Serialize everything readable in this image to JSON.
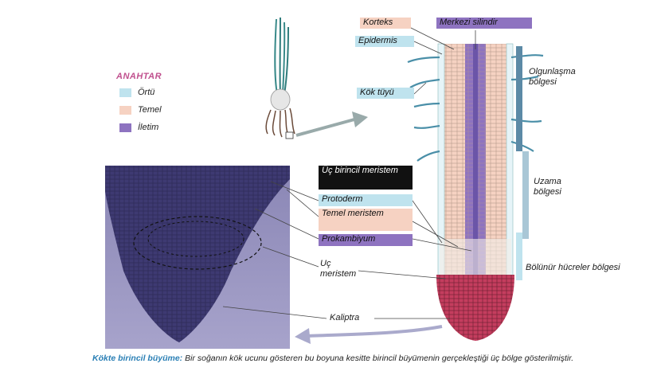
{
  "key": {
    "title": "ANAHTAR",
    "items": [
      {
        "label": "Örtü",
        "color": "#bfe3ee"
      },
      {
        "label": "Temel",
        "color": "#f6d2c2"
      },
      {
        "label": "İletim",
        "color": "#8e73c0"
      }
    ]
  },
  "labels": {
    "korteks": "Korteks",
    "merkezi_silindir": "Merkezi silindir",
    "epidermis": "Epidermis",
    "kok_tuyu": "Kök tüyü",
    "olgunlasma": "Olgunlaşma bölgesi",
    "uzama": "Uzama bölgesi",
    "bolunur": "Bölünür hücreler bölgesi",
    "uc_birincil_meristem": "Üç birincil meristem",
    "protoderm": "Protoderm",
    "temel_meristem": "Temel meristem",
    "prokambiyum": "Prokambiyum",
    "uc_meristem": "Uç meristem",
    "kaliptra": "Kaliptra"
  },
  "caption": {
    "bold": "Kökte birincil büyüme:",
    "text": " Bir soğanın kök ucunu gösteren bu boyuna kesitte birincil büyümenin gerçekleştiği üç bölge gösterilmiştir."
  },
  "colors": {
    "epidermis": "#bfe3ee",
    "ground": "#f6d2c2",
    "vascular": "#8e73c0",
    "root_cap": "#c43d5e",
    "micrograph": "#6f6c9b",
    "key_title": "#c0508e",
    "caption_bold": "#2a7fb5"
  }
}
